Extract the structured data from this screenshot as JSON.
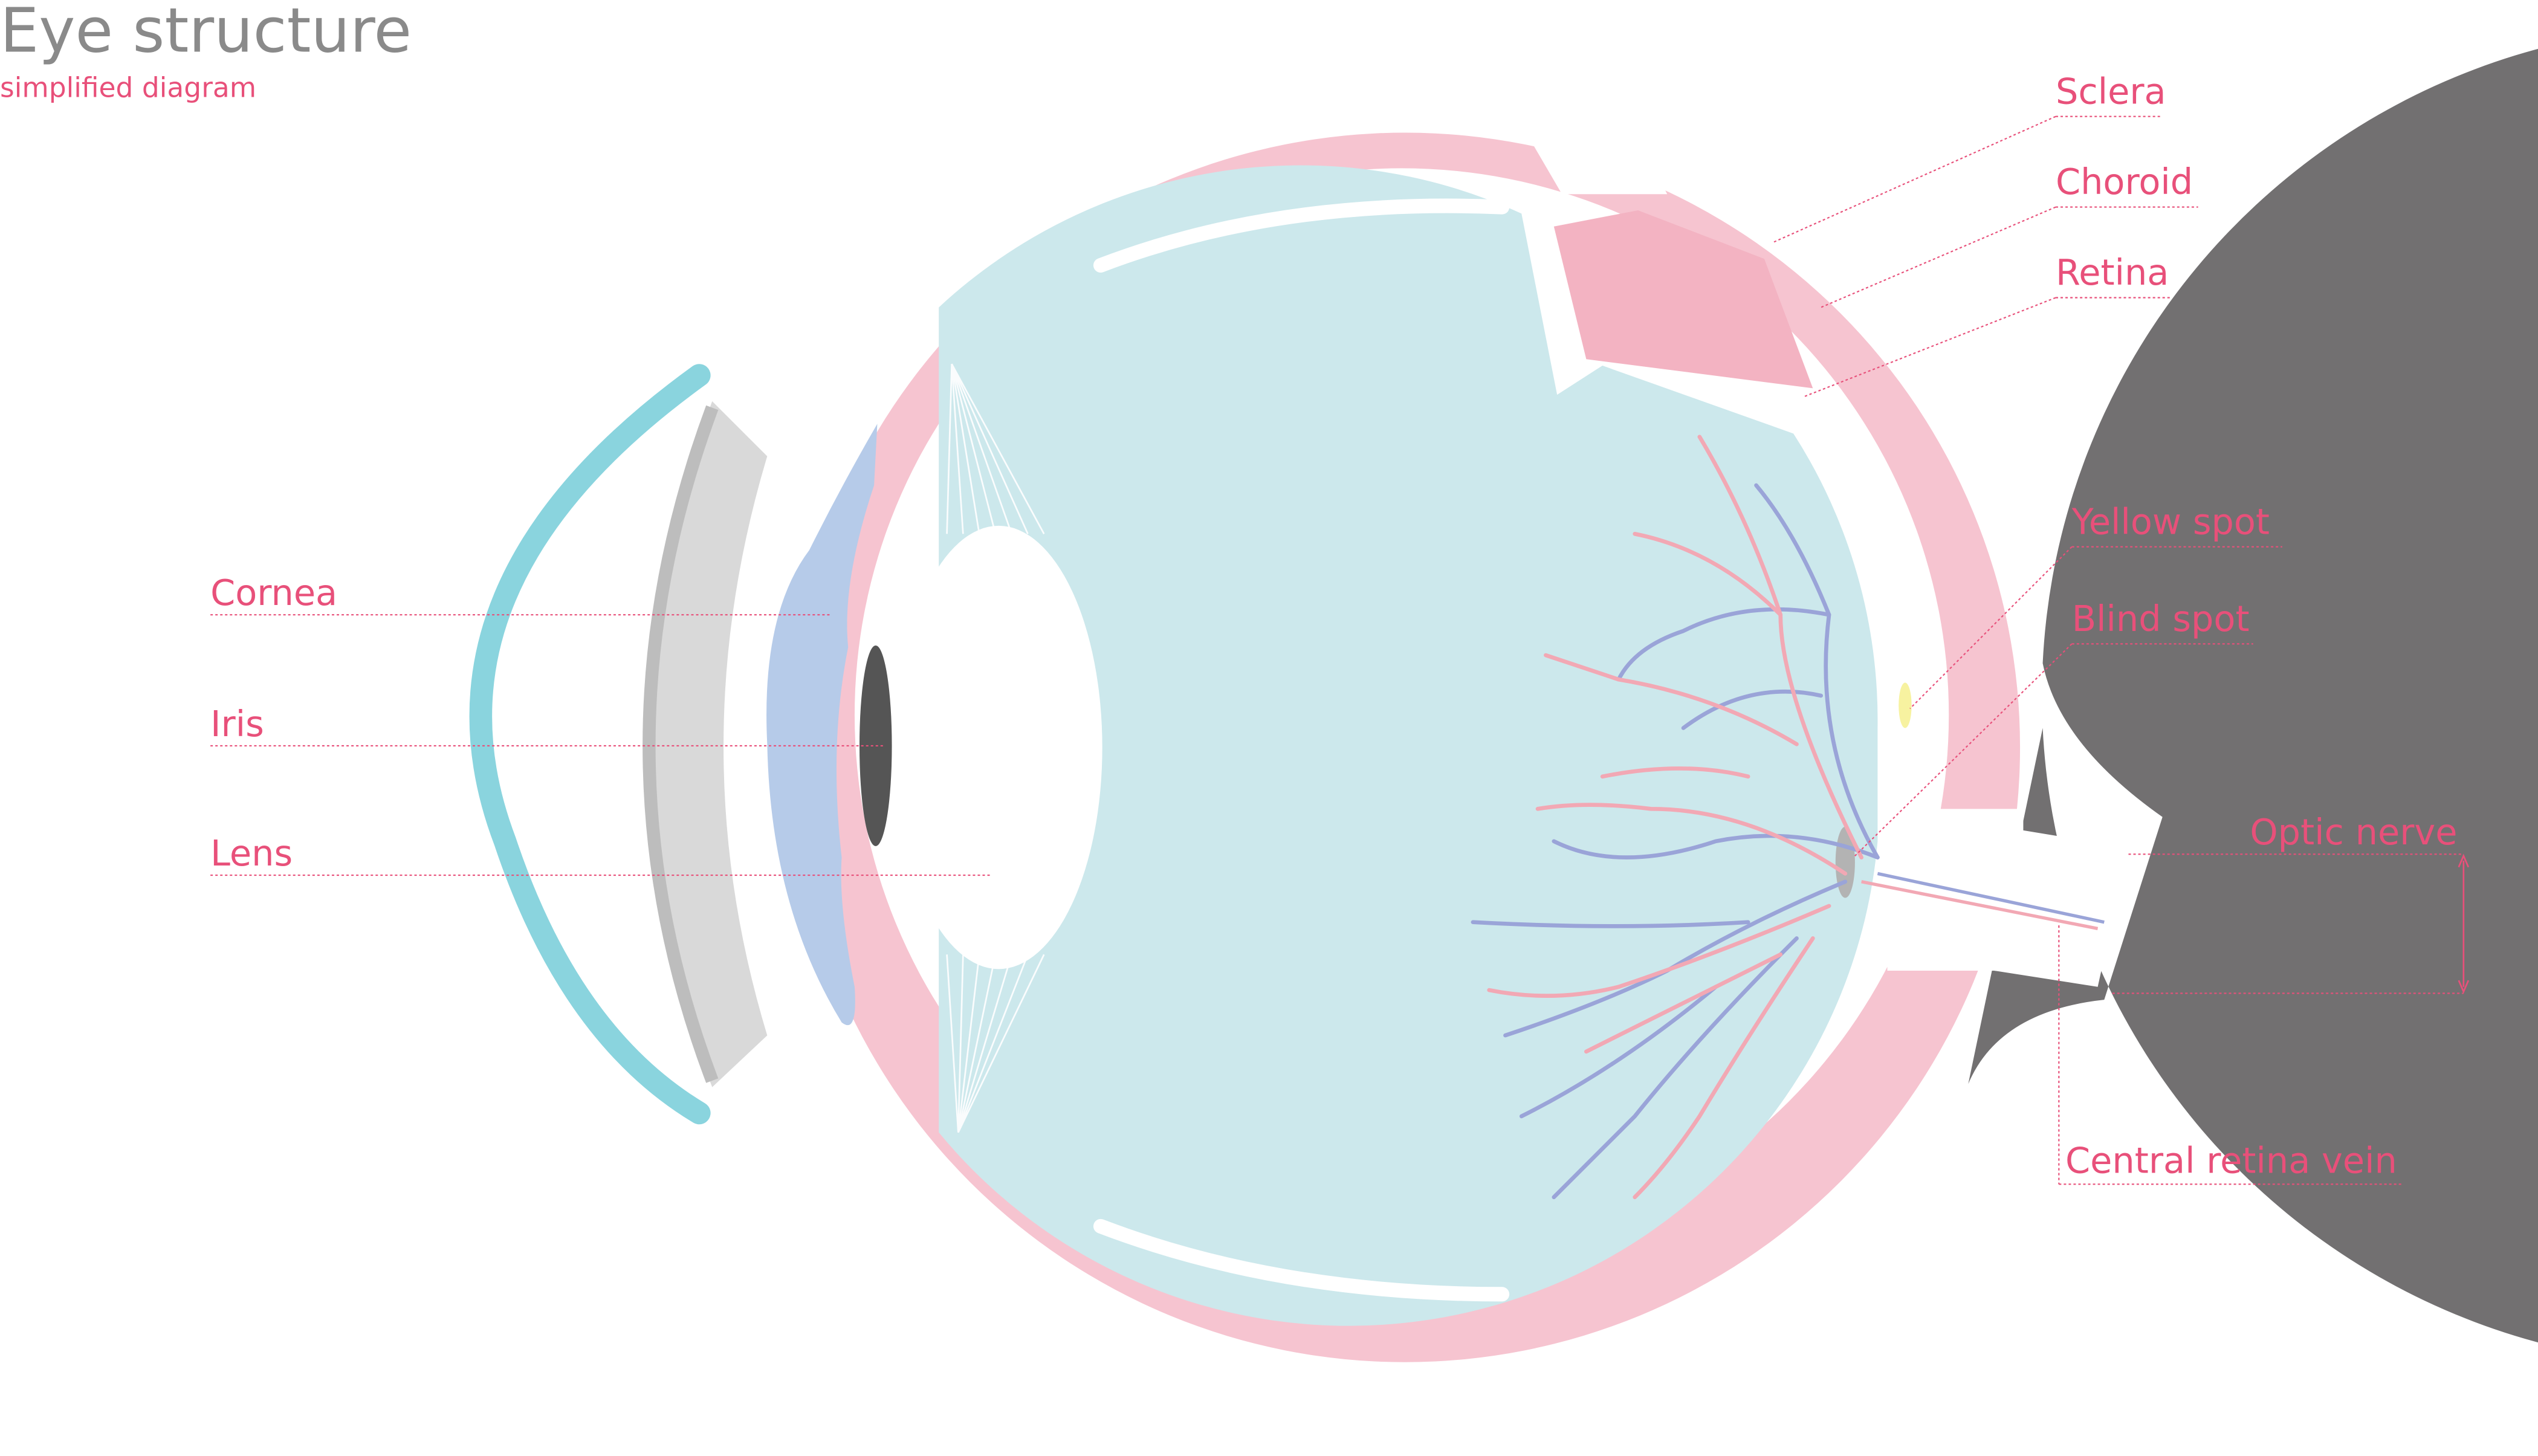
{
  "header": {
    "title": "Eye structure",
    "subtitle": "simplified diagram"
  },
  "labels": {
    "sclera": "Sclera",
    "choroid": "Choroid",
    "retina": "Retina",
    "yellow_spot": "Yellow spot",
    "blind_spot": "Blind spot",
    "optic_nerve": "Optic nerve",
    "central_retina_vein": "Central retina vein",
    "cornea": "Cornea",
    "iris": "Iris",
    "lens": "Lens"
  },
  "colors": {
    "title_gray": "#8a8a8a",
    "label_pink": "#e8507a",
    "sclera_gray": "#727071",
    "choroid_pink": "#f6c4d0",
    "vitreous_blue": "#cce8ec",
    "cornea_teal": "#8ad4de",
    "iris_blue": "#b6cbe9",
    "pupil_dark": "#555555",
    "vein_blue": "#9aa4d8",
    "artery_pink": "#f2a8b4",
    "yellow_spot": "#f7f2a0"
  }
}
